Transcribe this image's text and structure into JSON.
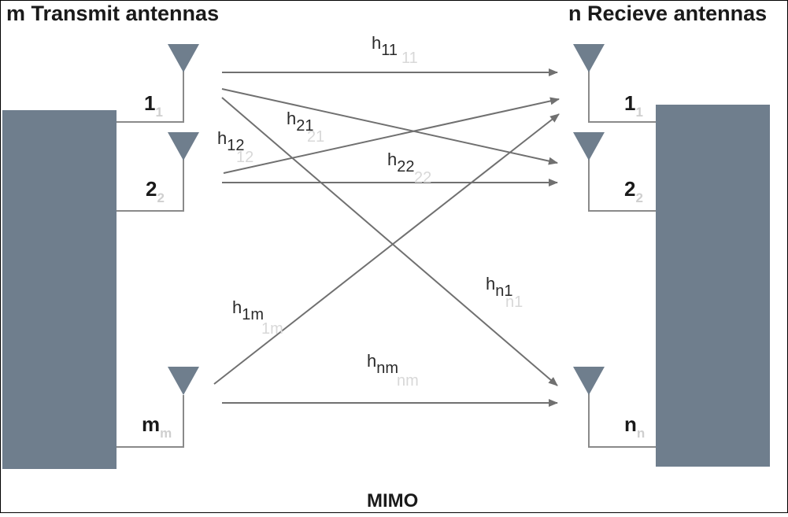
{
  "diagram": {
    "transmit_heading": "m Transmit antennas",
    "receive_heading": "n Recieve antennas",
    "caption": "MIMO",
    "transmit_antennas": [
      {
        "base": "1",
        "subscript": "1"
      },
      {
        "base": "2",
        "subscript": "2"
      },
      {
        "base": "m",
        "subscript": "m"
      }
    ],
    "receive_antennas": [
      {
        "base": "1",
        "subscript": "1"
      },
      {
        "base": "2",
        "subscript": "2"
      },
      {
        "base": "n",
        "subscript": "n"
      }
    ],
    "channels": [
      {
        "base": "h",
        "subscript": "11",
        "shadow": "11"
      },
      {
        "base": "h",
        "subscript": "21",
        "shadow": "21"
      },
      {
        "base": "h",
        "subscript": "12",
        "shadow": "12"
      },
      {
        "base": "h",
        "subscript": "22",
        "shadow": "22"
      },
      {
        "base": "h",
        "subscript": "n1",
        "shadow": "n1"
      },
      {
        "base": "h",
        "subscript": "1m",
        "shadow": "1m"
      },
      {
        "base": "h",
        "subscript": "nm",
        "shadow": "nm"
      }
    ],
    "colors": {
      "block": "#6f7e8d",
      "antenna": "#6f7e8d",
      "wire": "#8a8a8a",
      "arrow": "#707070"
    }
  }
}
